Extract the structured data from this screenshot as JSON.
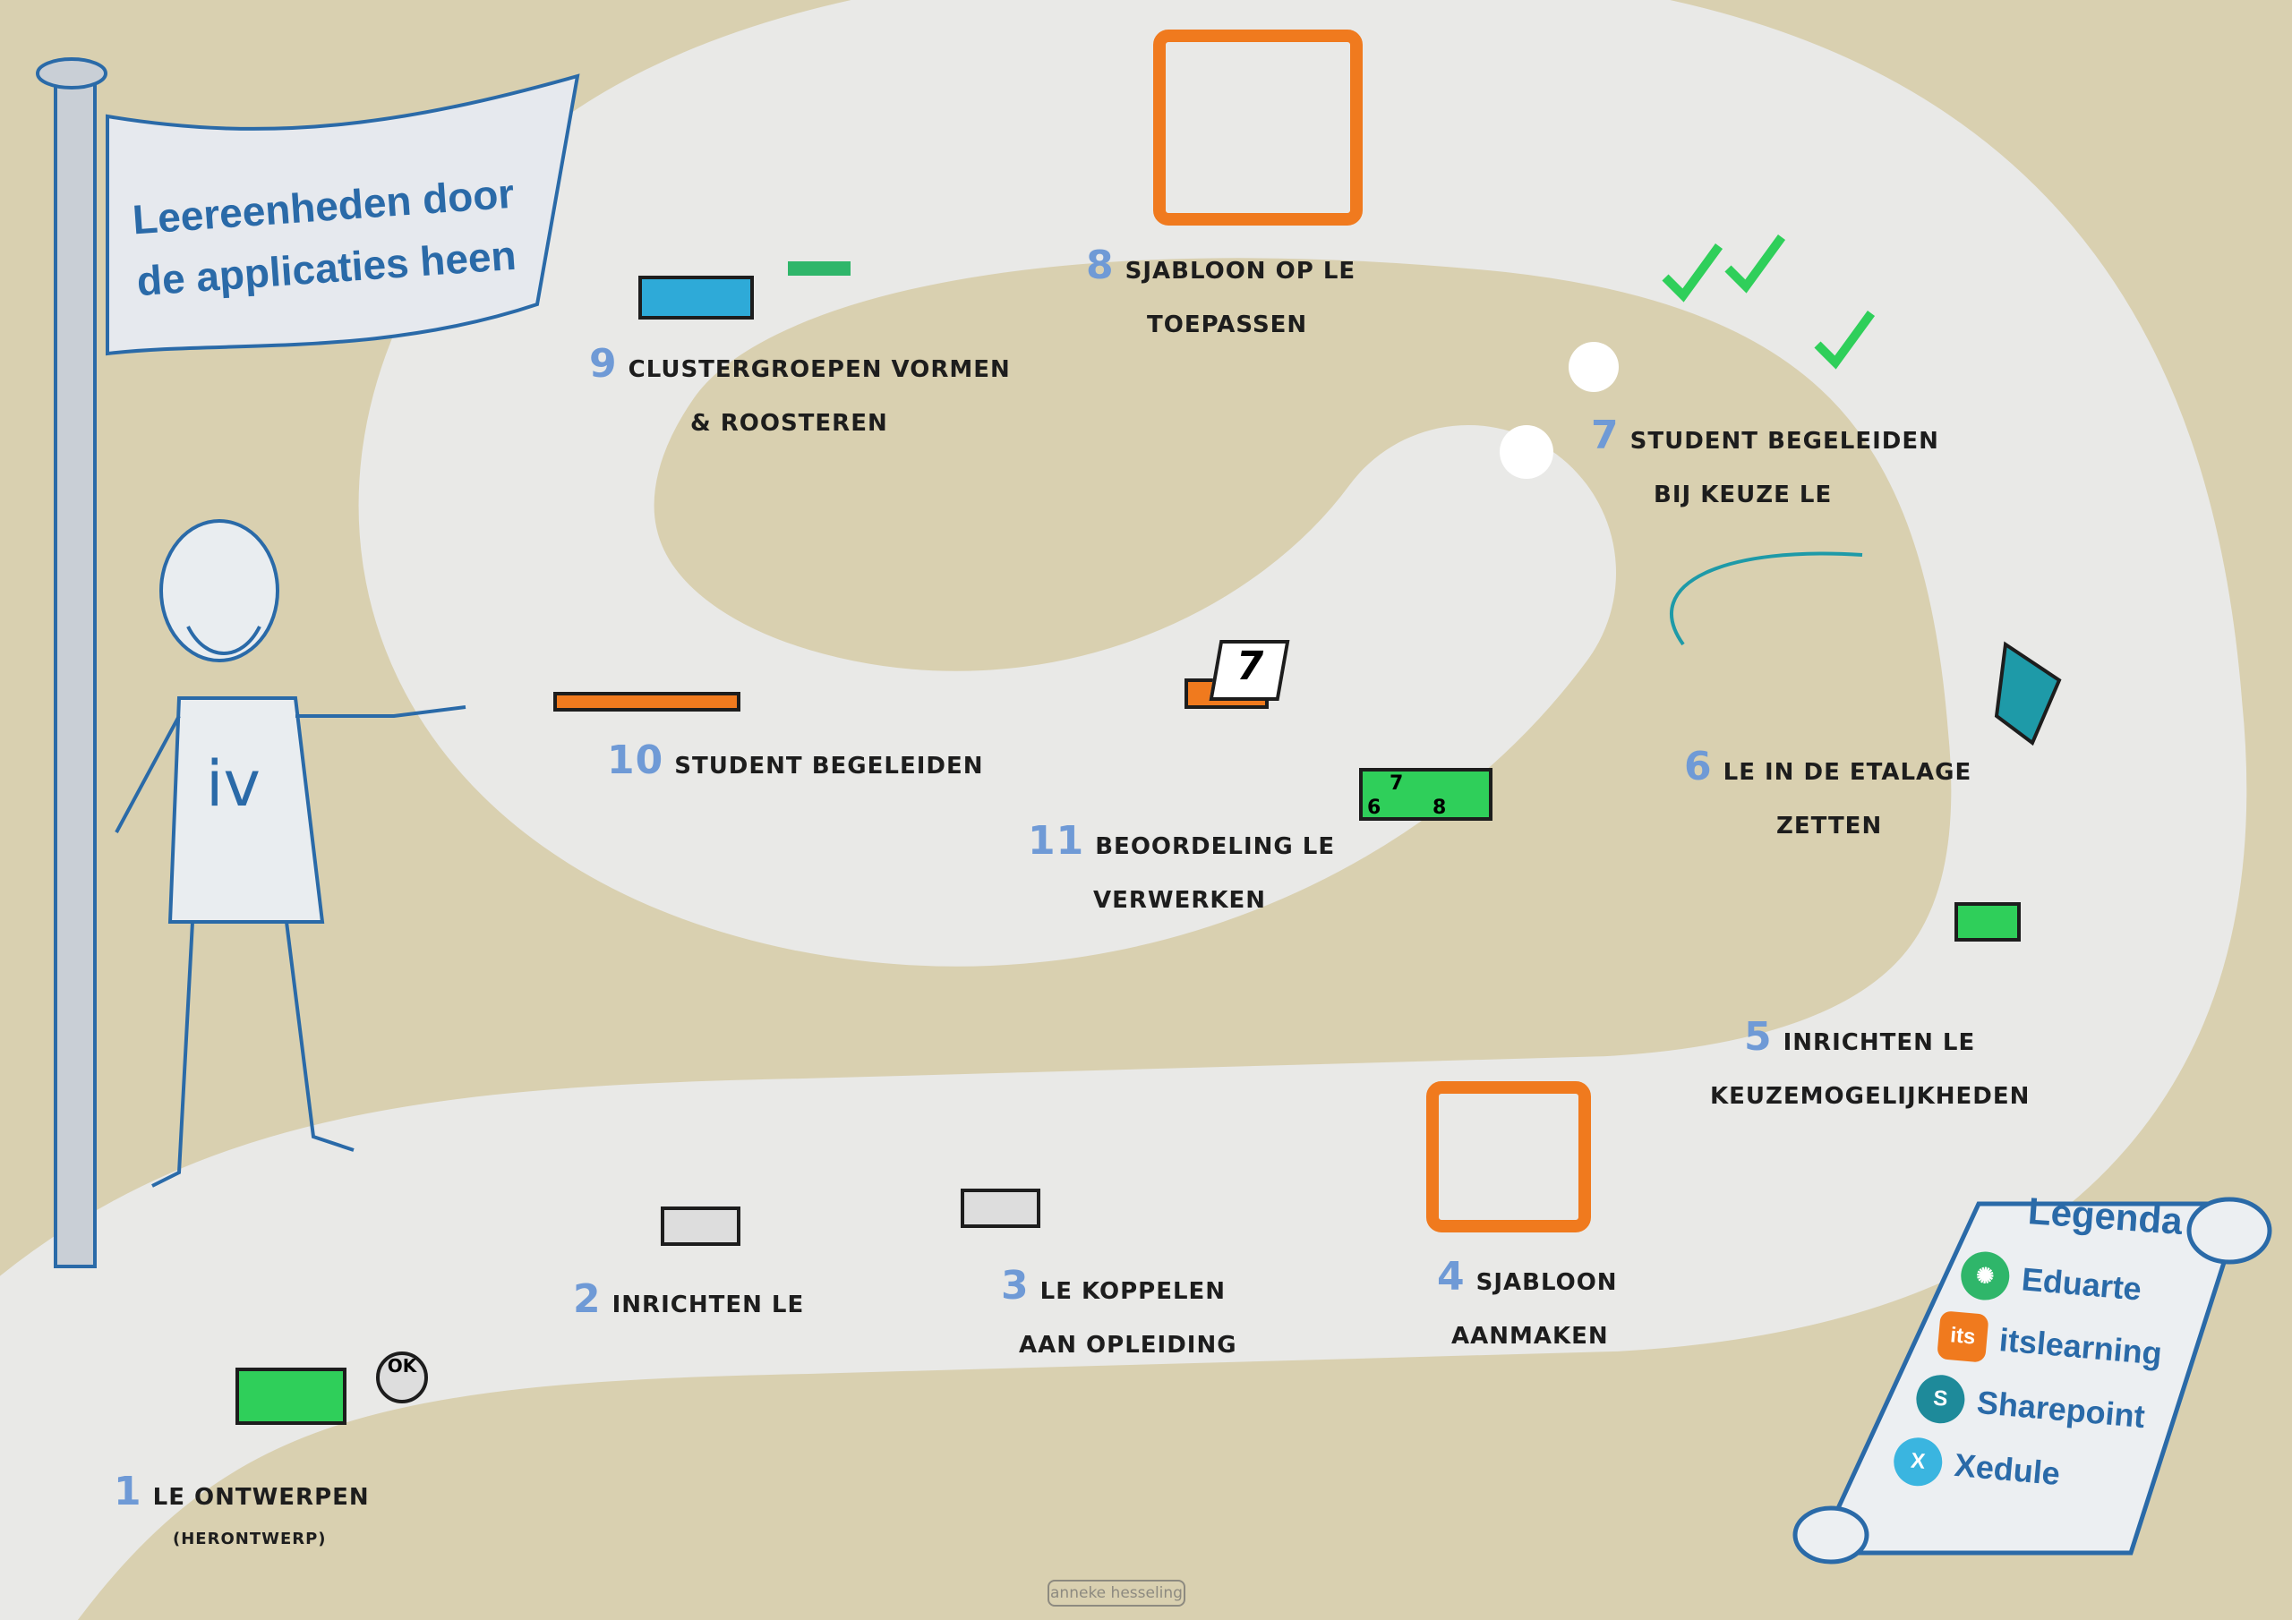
{
  "title": "Leereenheden door de applicaties heen",
  "steps": [
    {
      "number": "1",
      "line1": "LE ontwerpen",
      "line2": "(herontwerp)"
    },
    {
      "number": "2",
      "line1": "inrichten LE",
      "line2": ""
    },
    {
      "number": "3",
      "line1": "LE koppelen",
      "line2": "aan opleiding"
    },
    {
      "number": "4",
      "line1": "sjabloon",
      "line2": "aanmaken"
    },
    {
      "number": "5",
      "line1": "inrichten LE",
      "line2": "keuzemogelijkheden"
    },
    {
      "number": "6",
      "line1": "LE in de etalage",
      "line2": "zetten"
    },
    {
      "number": "7",
      "line1": "student begeleiden",
      "line2": "bij keuze LE"
    },
    {
      "number": "8",
      "line1": "sjabloon op LE",
      "line2": "toepassen"
    },
    {
      "number": "9",
      "line1": "clustergroepen vormen",
      "line2": "& roosteren"
    },
    {
      "number": "10",
      "line1": "student begeleiden",
      "line2": ""
    },
    {
      "number": "11",
      "line1": "beoordeling LE",
      "line2": "verwerken"
    }
  ],
  "figure_shirt": "iv",
  "badge_ok": "OK",
  "podium": [
    "7",
    "6",
    "8"
  ],
  "laptop_screen": "7",
  "legend": {
    "title": "Legenda",
    "items": [
      {
        "label": "Eduarte",
        "icon": "atom-icon",
        "color": "#2fb66a"
      },
      {
        "label": "itslearning",
        "icon": "its-icon",
        "icon_text": "its",
        "color": "#f07a1e"
      },
      {
        "label": "Sharepoint",
        "icon": "sharepoint-icon",
        "icon_text": "S",
        "color": "#1e8a9a"
      },
      {
        "label": "Xedule",
        "icon": "x-icon",
        "icon_text": "X",
        "color": "#3ab5e0"
      }
    ]
  },
  "signature": "anneke hesseling"
}
